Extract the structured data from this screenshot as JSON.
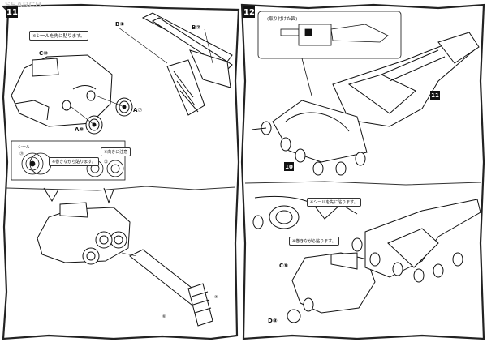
{
  "watermark": "SEARCH",
  "steps": {
    "step11": "11",
    "step12": "12",
    "ref11": "11",
    "ref10": "10"
  },
  "notes": {
    "seal_first": "※シールを先に貼ります。",
    "wrap_seal": "※巻きながら貼ります。",
    "direction_caution": "※向きに注意",
    "attached_state": "(取り付けた図)",
    "seal_first_right": "※シールを先に貼ります。",
    "wrap_seal_right": "※巻きながら貼ります。"
  },
  "part_labels": {
    "c10": "C⑩",
    "a8": "A⑧",
    "a7": "A⑦",
    "b1": "B①",
    "b2": "B②",
    "c9": "C⑨",
    "d3": "D③"
  },
  "seal_labels": {
    "seal": "シール",
    "s31": "㉛",
    "s32": "㉜",
    "s7": "⑦",
    "s6": "⑥"
  },
  "colors": {
    "ink": "#111111",
    "paper": "#ffffff",
    "border": "#222222"
  }
}
